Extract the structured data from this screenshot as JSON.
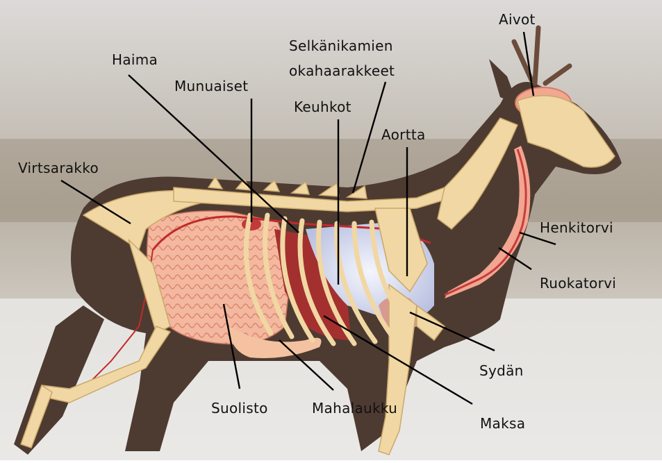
{
  "diagram": {
    "labels": {
      "aivot": "Aivot",
      "selkanikamien_line1": "Selkänikamien",
      "selkanikamien_line2": "okahaarakkeet",
      "haima": "Haima",
      "munuaiset": "Munuaiset",
      "keuhkot": "Keuhkot",
      "aortta": "Aortta",
      "virtsarakko": "Virtsarakko",
      "henkitorvi": "Henkitorvi",
      "ruokatorvi": "Ruokatorvi",
      "sydan": "Sydän",
      "suolisto": "Suolisto",
      "mahalaukku": "Mahalaukku",
      "maksa": "Maksa"
    },
    "colors": {
      "bone": "#f1d7a3",
      "bone_outline": "#c9a86a",
      "organ_pink": "#f2a58e",
      "organ_red": "#c03a3a",
      "lung": "#dfe4f5",
      "fur": "#4a3a32",
      "snow": "#e7e6e2",
      "grass": "#7a6a58"
    }
  }
}
